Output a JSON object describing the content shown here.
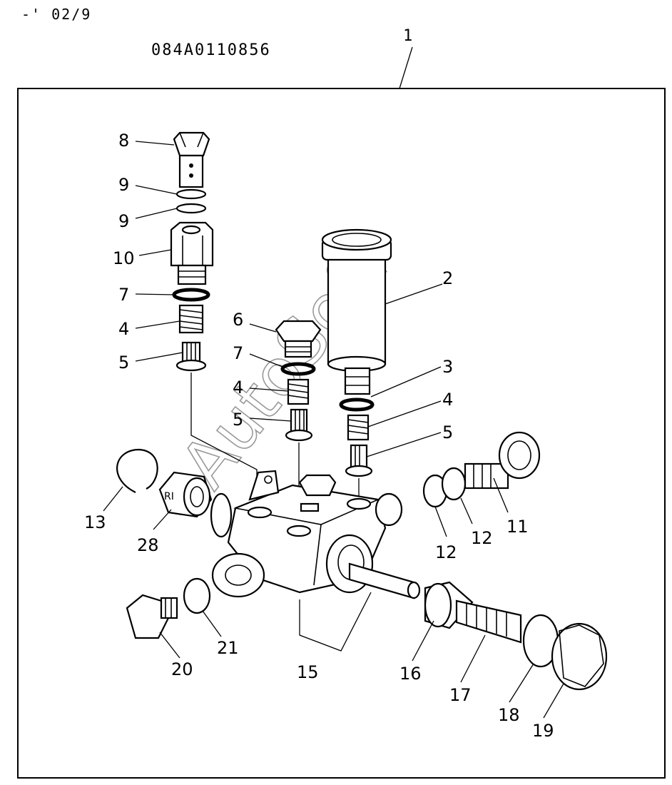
{
  "header": {
    "revision": "-' 02/9",
    "part_number": "084A0110856",
    "assembly_ref": "1"
  },
  "watermark": "AutoSoft",
  "callouts": {
    "c2": "2",
    "c3": "3",
    "c4a": "4",
    "c4b": "4",
    "c4c": "4",
    "c5a": "5",
    "c5b": "5",
    "c5c": "5",
    "c6": "6",
    "c7a": "7",
    "c7b": "7",
    "c8": "8",
    "c9a": "9",
    "c9b": "9",
    "c10": "10",
    "c11": "11",
    "c12a": "12",
    "c12b": "12",
    "c13": "13",
    "c15": "15",
    "c16": "16",
    "c17": "17",
    "c18": "18",
    "c19": "19",
    "c20": "20",
    "c21": "21",
    "c28": "28"
  }
}
